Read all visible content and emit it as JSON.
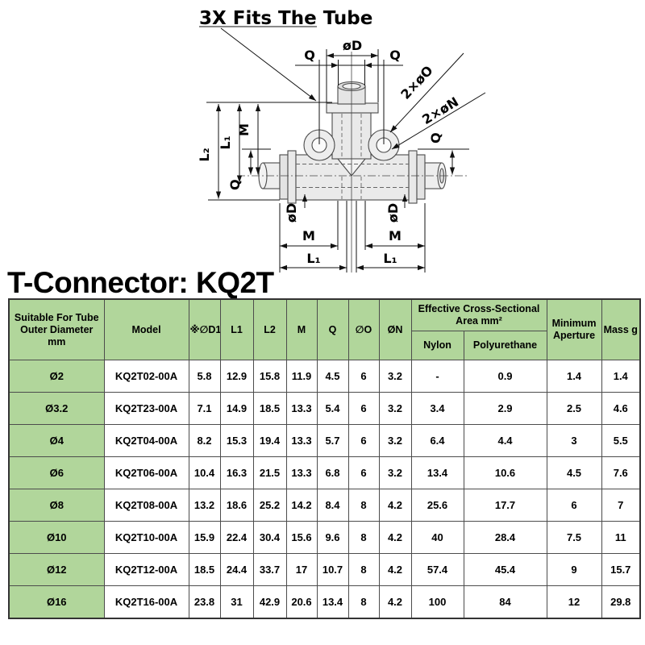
{
  "title": "T-Connector: KQ2T",
  "diagram": {
    "note": "3X Fits The Tube",
    "labels": {
      "q_top_left": "Q",
      "d_top": "øD",
      "q_top_right": "Q",
      "o_holes": "2×øO",
      "n_holes": "2×øN",
      "l2": "L₂",
      "l1": "L₁",
      "m": "M",
      "q_left": "Q",
      "q_right": "Q",
      "d_bottom_left": "øD",
      "d_bottom_right": "øD",
      "m_bottom_left": "M",
      "m_bottom_right": "M",
      "l1_bottom_left": "L₁",
      "l1_bottom_right": "L₁"
    },
    "colors": {
      "part_fill": "#e9e9e9",
      "line": "#111111"
    }
  },
  "table": {
    "colors": {
      "header_green": "#b1d69b",
      "row_green": "#b1d69b",
      "border": "#4c4c4c"
    },
    "header": {
      "tube": "Suitable For Tube Outer Diameter mm",
      "model": "Model",
      "d1": "※∅D1",
      "l1": "L1",
      "l2": "L2",
      "m": "M",
      "q": "Q",
      "o": "∅O",
      "n": "ØN",
      "group": "Effective Cross-Sectional Area mm²",
      "nylon": "Nylon",
      "polyurethane": "Polyurethane",
      "min_aperture": "Minimum Aperture",
      "mass": "Mass g"
    },
    "rows": [
      [
        "Ø2",
        "KQ2T02-00A",
        "5.8",
        "12.9",
        "15.8",
        "11.9",
        "4.5",
        "6",
        "3.2",
        "-",
        "0.9",
        "1.4",
        "1.4"
      ],
      [
        "Ø3.2",
        "KQ2T23-00A",
        "7.1",
        "14.9",
        "18.5",
        "13.3",
        "5.4",
        "6",
        "3.2",
        "3.4",
        "2.9",
        "2.5",
        "4.6"
      ],
      [
        "Ø4",
        "KQ2T04-00A",
        "8.2",
        "15.3",
        "19.4",
        "13.3",
        "5.7",
        "6",
        "3.2",
        "6.4",
        "4.4",
        "3",
        "5.5"
      ],
      [
        "Ø6",
        "KQ2T06-00A",
        "10.4",
        "16.3",
        "21.5",
        "13.3",
        "6.8",
        "6",
        "3.2",
        "13.4",
        "10.6",
        "4.5",
        "7.6"
      ],
      [
        "Ø8",
        "KQ2T08-00A",
        "13.2",
        "18.6",
        "25.2",
        "14.2",
        "8.4",
        "8",
        "4.2",
        "25.6",
        "17.7",
        "6",
        "7"
      ],
      [
        "Ø10",
        "KQ2T10-00A",
        "15.9",
        "22.4",
        "30.4",
        "15.6",
        "9.6",
        "8",
        "4.2",
        "40",
        "28.4",
        "7.5",
        "11"
      ],
      [
        "Ø12",
        "KQ2T12-00A",
        "18.5",
        "24.4",
        "33.7",
        "17",
        "10.7",
        "8",
        "4.2",
        "57.4",
        "45.4",
        "9",
        "15.7"
      ],
      [
        "Ø16",
        "KQ2T16-00A",
        "23.8",
        "31",
        "42.9",
        "20.6",
        "13.4",
        "8",
        "4.2",
        "100",
        "84",
        "12",
        "29.8"
      ]
    ]
  }
}
